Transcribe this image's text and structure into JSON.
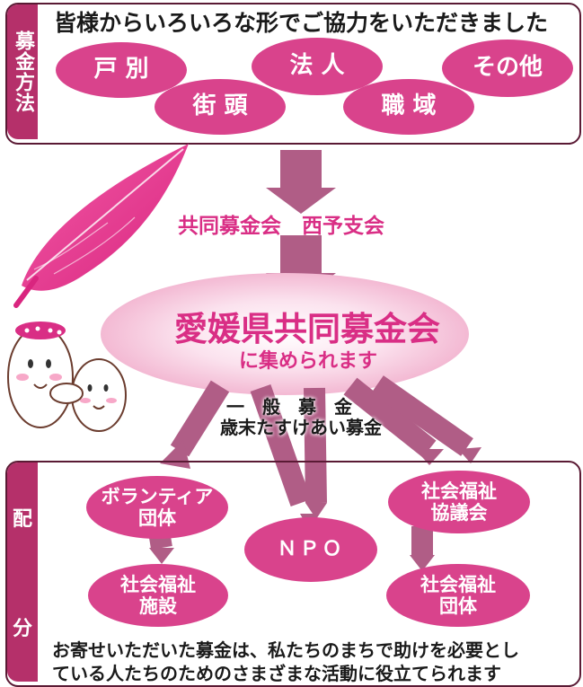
{
  "top": {
    "tab_label": "募金方法",
    "header": "皆様からいろいろな形でご協力をいただきました",
    "methods": [
      "戸 別",
      "街 頭",
      "法 人",
      "職 域",
      "その他"
    ]
  },
  "flow": {
    "branch": "共同募金会　西予支会",
    "main_title": "愛媛県共同募金会",
    "main_sub": "に集められます",
    "fund1": "一　般　募　金",
    "fund2": "歳末たすけあい募金"
  },
  "bottom": {
    "tab_top": "配",
    "tab_bottom": "分",
    "targets": [
      "ボランティア\n団体",
      "社会福祉\n施設",
      "ＮＰＯ",
      "社会福祉\n協議会",
      "社会福祉\n団体"
    ],
    "footer_line1": "お寄せいただいた募金は、私たちのまちで助けを必要とし",
    "footer_line2": "ている人たちのためのさまざまな活動に役立てられます"
  },
  "colors": {
    "accent": "#d9438c",
    "tab": "#b5306a",
    "arrow": "#b05d86",
    "text_pink": "#d92e85",
    "border": "#5a1a34"
  },
  "icons": [
    "pink-feather-icon",
    "mascot-characters-icon"
  ]
}
